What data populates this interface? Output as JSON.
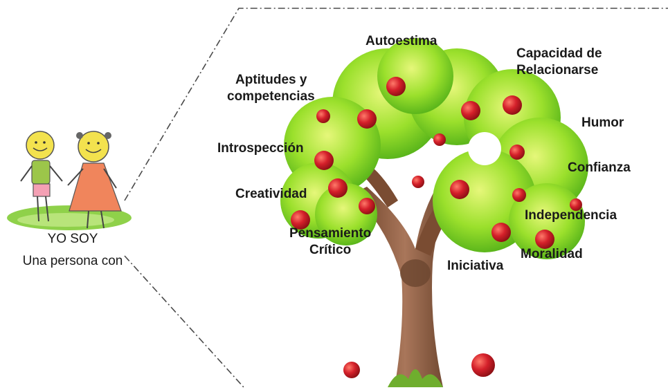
{
  "left_caption": {
    "line1": "YO SOY",
    "line2": "Una persona con"
  },
  "labels": {
    "autoestima": "Autoestima",
    "capacidad_1": "Capacidad de",
    "capacidad_2": "Relacionarse",
    "aptitudes_1": "Aptitudes y",
    "aptitudes_2": "competencias",
    "humor": "Humor",
    "introspeccion": "Introspección",
    "confianza": "Confianza",
    "creatividad": "Creatividad",
    "independencia": "Independencia",
    "pensamiento_1": "Pensamiento",
    "pensamiento_2": "Crítico",
    "moralidad": "Moralidad",
    "iniciativa": "Iniciativa"
  },
  "colors": {
    "foliage_dark": "#5fbf1e",
    "foliage_mid": "#8edc2a",
    "foliage_light": "#d6f26a",
    "apple": "#d4202a",
    "trunk": "#8a5a3c",
    "dashed_line": "#4a4a4a"
  }
}
